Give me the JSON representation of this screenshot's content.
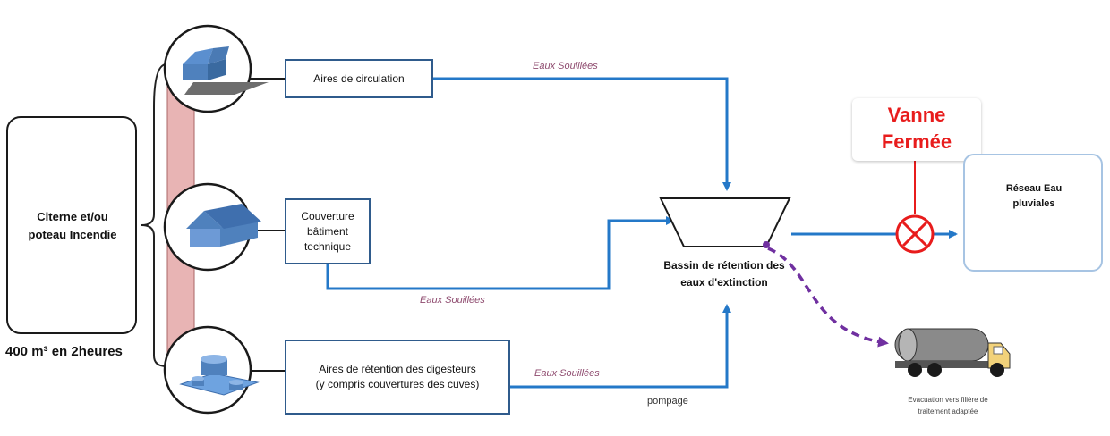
{
  "source": {
    "label_line1": "Citerne et/ou",
    "label_line2": "poteau Incendie",
    "capacity": "400 m³ en 2heures"
  },
  "surfaces": [
    {
      "label": "Aires de circulation"
    },
    {
      "label_lines": [
        "Couverture",
        "bâtiment",
        "technique"
      ]
    },
    {
      "label_lines": [
        "Aires de rétention des digesteurs",
        "(y compris couvertures des cuves)"
      ]
    }
  ],
  "flows": {
    "top": "Eaux Souillées",
    "middle": "Eaux Souillées",
    "bottom": "Eaux Souillées",
    "bottom_sub": "pompage"
  },
  "bassin": {
    "label_line1": "Bassin de rétention des",
    "label_line2": "eaux d'extinction"
  },
  "vanne": {
    "line1": "Vanne",
    "line2": "Fermée",
    "color": "#e81c1c"
  },
  "reseau": {
    "label_line1": "Réseau Eau",
    "label_line2": "pluviales"
  },
  "evacuation": {
    "line1": "Evacuation vers filière de",
    "line2": "traitement adaptée"
  },
  "colors": {
    "flow_line": "#2478c8",
    "box_border": "#2f5b8c",
    "collector_bar": "#e8b4b4",
    "hazard_red": "#e81c1c",
    "tank_fill": "#e8a09a",
    "dashed_purple": "#7030a0"
  }
}
